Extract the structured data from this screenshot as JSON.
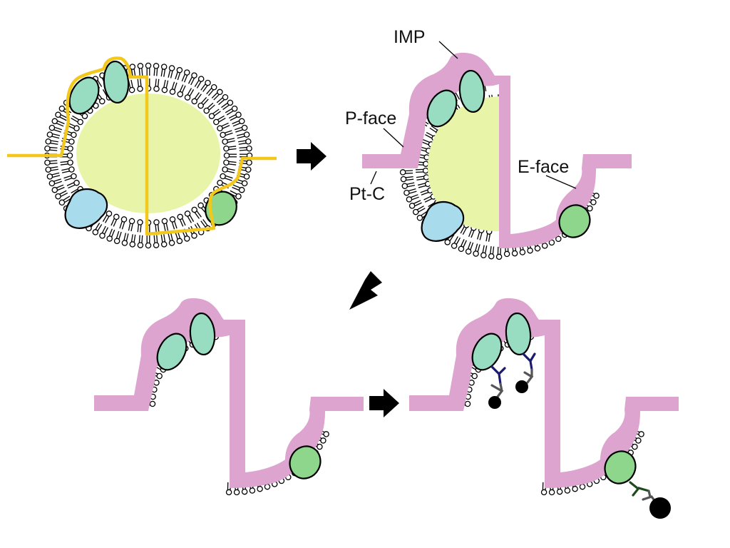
{
  "labels": {
    "imp": "IMP",
    "p_face": "P-face",
    "pt_c": "Pt-C",
    "e_face": "E-face"
  },
  "colors": {
    "background": "#ffffff",
    "cell_interior": "#e8f5a8",
    "fracture_plane": "#f2c81c",
    "platinum_carbon_replica": "#dca4cf",
    "protein_teal": "#98dcc2",
    "protein_blue": "#a8dced",
    "protein_green": "#8ed68c",
    "antibody_primary": "#1a1a6e",
    "antibody_secondary": "#1e4a1e",
    "antibody_grey": "#555555",
    "gold_particle": "#000000",
    "arrow": "#000000"
  },
  "icons": {
    "process_arrow": "arrow-right-icon",
    "process_arrow_diagonal": "arrow-down-left-icon"
  }
}
